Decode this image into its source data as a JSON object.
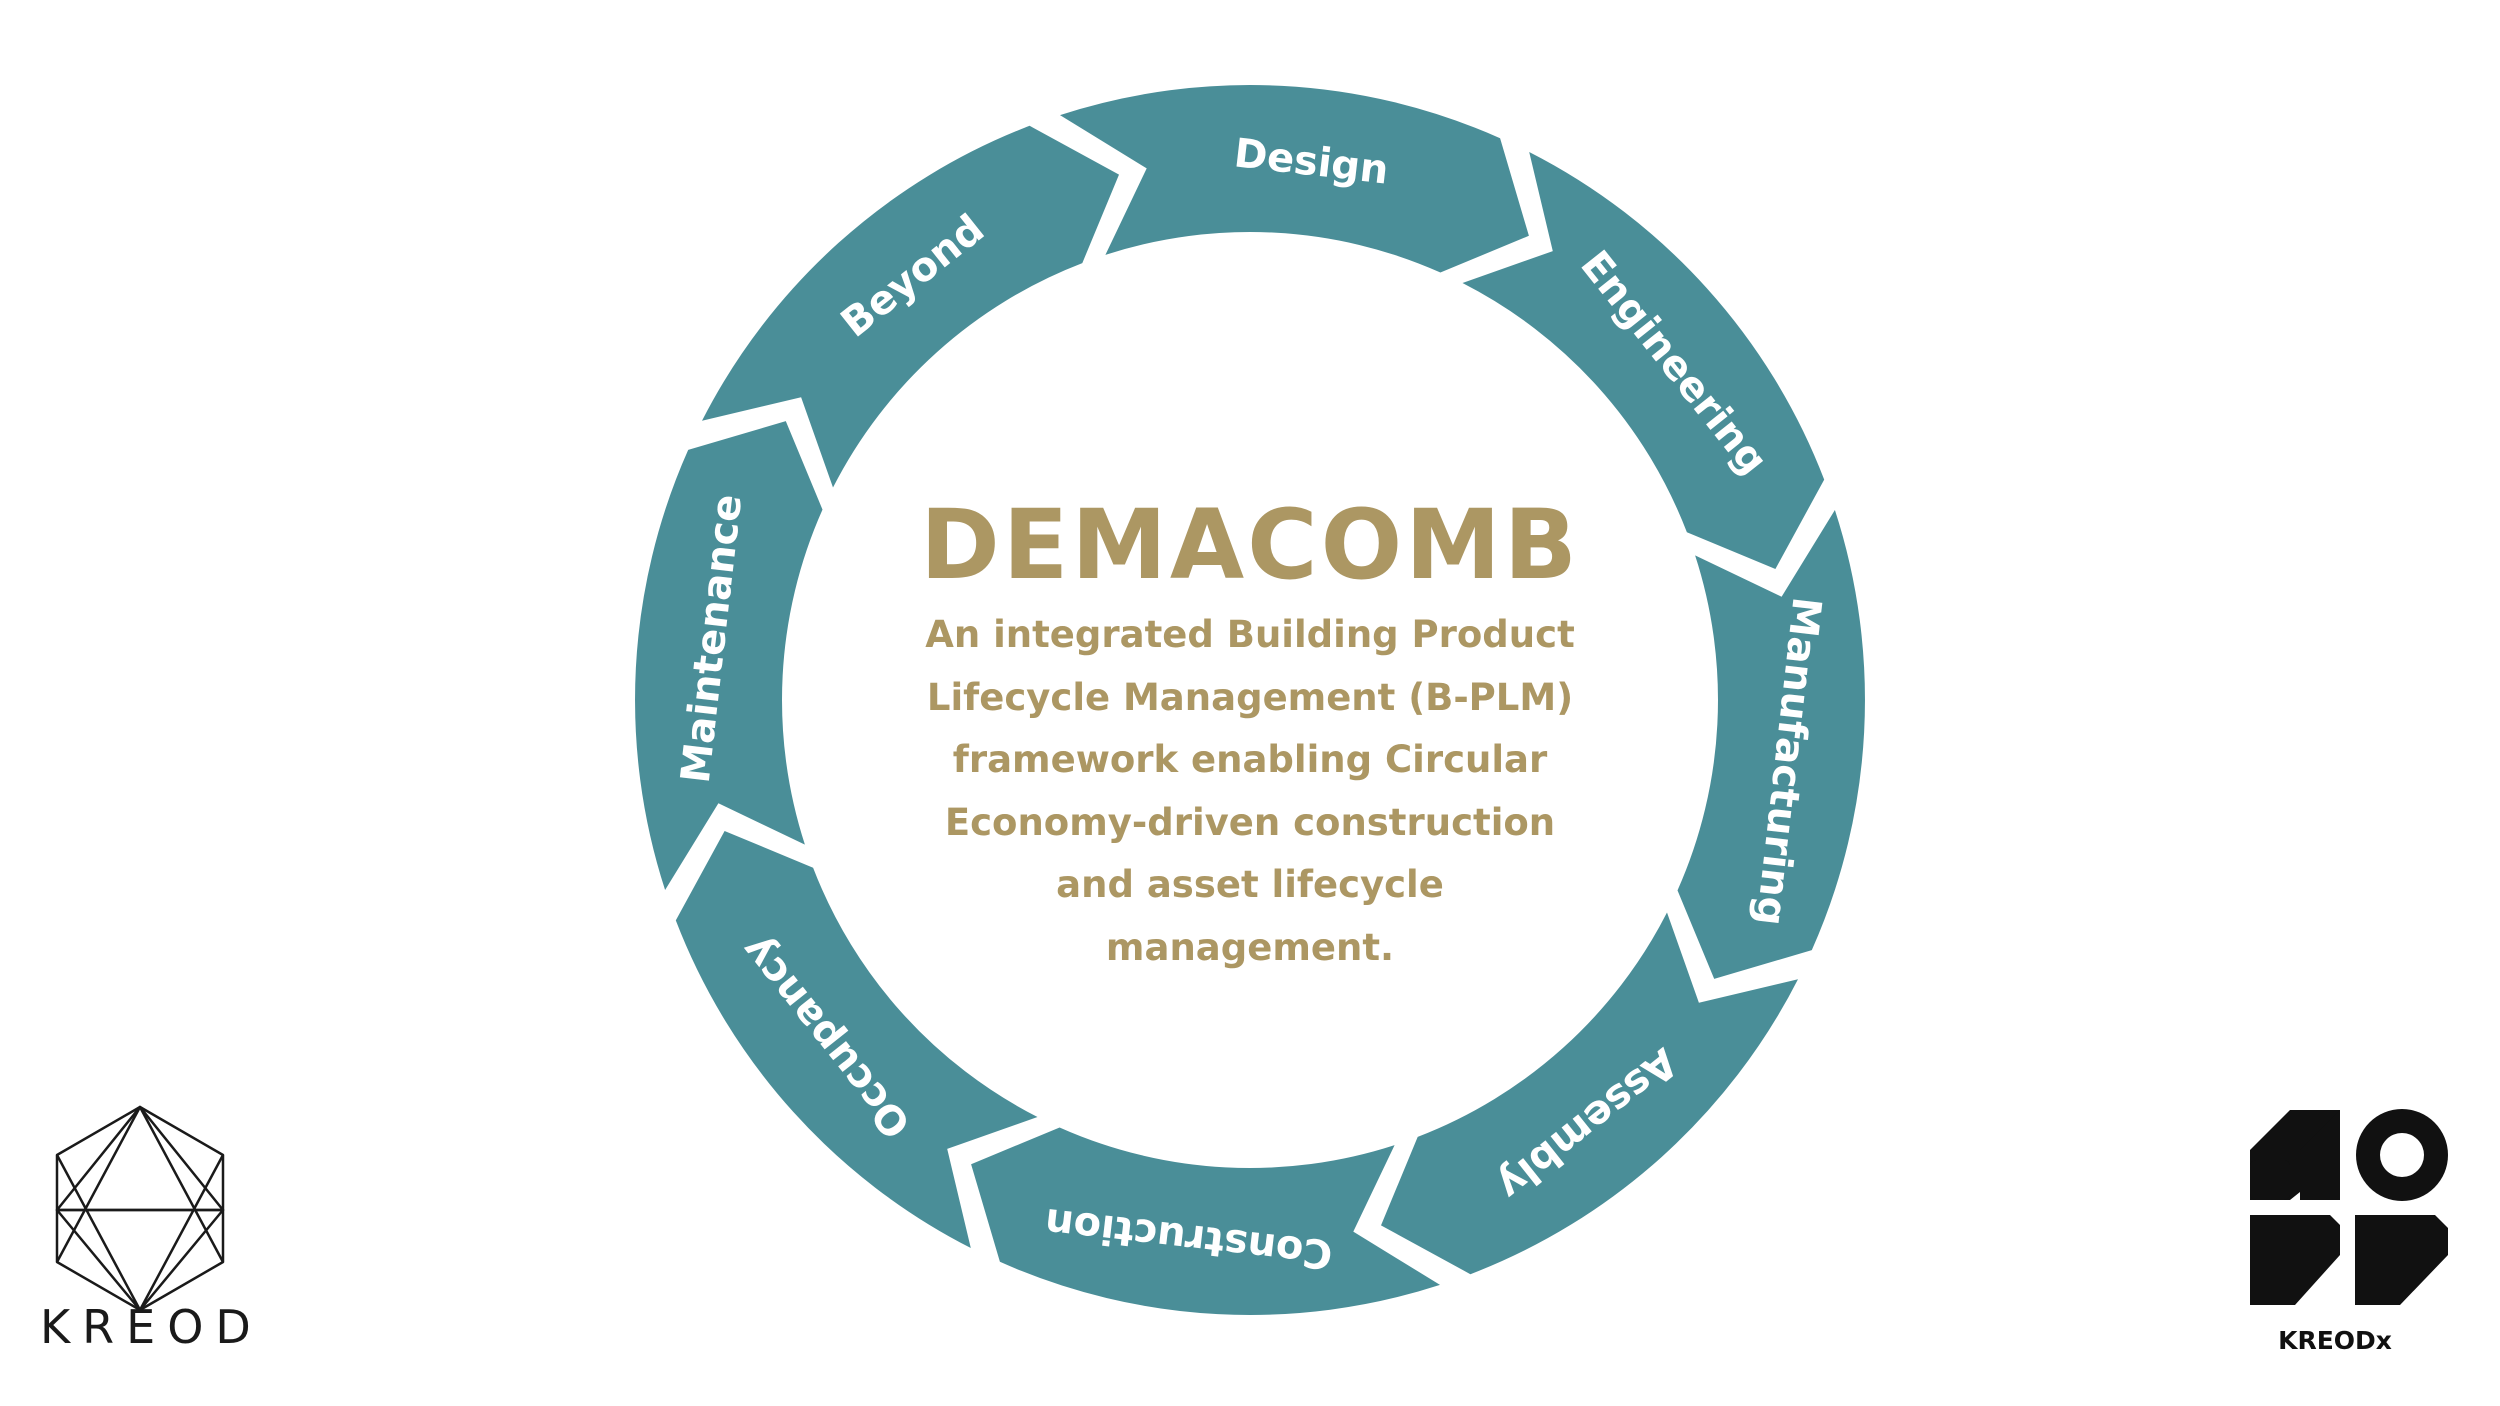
{
  "colors": {
    "ring": "#4a8e98",
    "gold": "#ac9763",
    "label": "#ffffff",
    "logo": "#111111"
  },
  "diagram": {
    "stages": [
      "Design",
      "Engineering",
      "Manufacturing",
      "Assembly",
      "Construction",
      "Occupancy",
      "Maintenance",
      "Beyond"
    ]
  },
  "center": {
    "title": "DEMACOMB",
    "description_lines": [
      "An integrated Building Product",
      "Lifecycle Management (B-PLM)",
      "framework enabling Circular",
      "Economy-driven construction",
      "and asset lifecycle",
      "management."
    ]
  },
  "logos": {
    "left": {
      "text": "KREOD",
      "icon": "polyhedron-icon"
    },
    "right": {
      "text": "KREODx",
      "icon": "kreodx-mark-icon"
    }
  }
}
